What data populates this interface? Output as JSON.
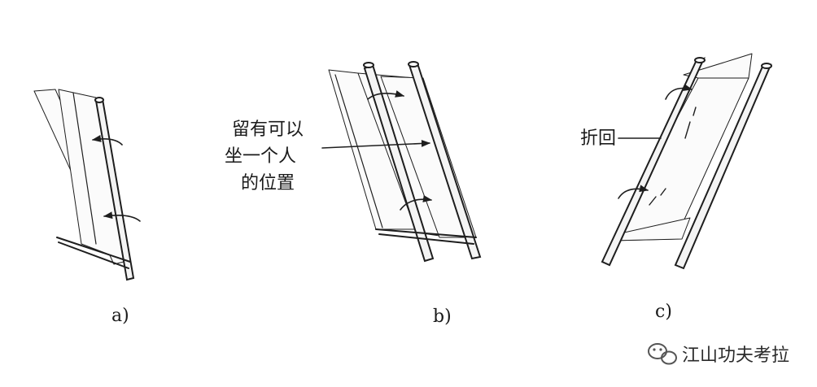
{
  "panels": [
    {
      "label": "a)"
    },
    {
      "label": "b)",
      "annotation": [
        "留有可以",
        "坐一个人",
        "的位置"
      ]
    },
    {
      "label": "c)",
      "annotation": "折回"
    }
  ],
  "watermark": {
    "text": "江山功夫考拉",
    "icon": "wechat-icon"
  }
}
